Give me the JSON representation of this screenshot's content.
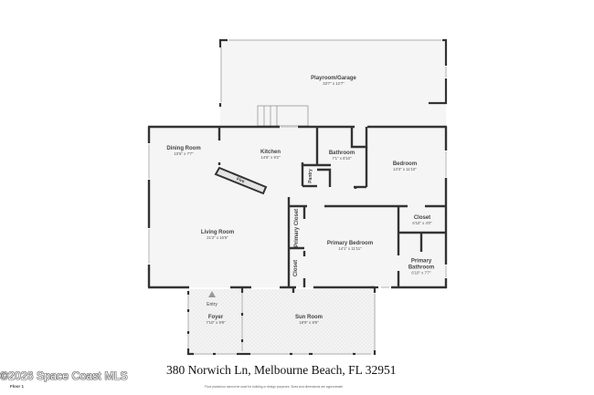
{
  "floor": {
    "label": "Floor 1",
    "address": "380 Norwich Ln, Melbourne Beach, FL 32951",
    "disclaimer": "Floor plans/tour cannot be used for building or design purposes. Sizes and dimensions are approximate.",
    "copyright": "©2026 Space Coast MLS"
  },
  "rooms": {
    "playroom": {
      "name": "Playroom/Garage",
      "dims": "33'7\" x 12'7\""
    },
    "dining": {
      "name": "Dining Room",
      "dims": "10'6\" x 7'7\""
    },
    "kitchen": {
      "name": "Kitchen",
      "dims": "14'6\" x 9'2\""
    },
    "bathroom": {
      "name": "Bathroom",
      "dims": "7'1\" x 8'10\""
    },
    "bedroom": {
      "name": "Bedroom",
      "dims": "13'3\" x 11'10\""
    },
    "pantry": {
      "name": "Pantry"
    },
    "living": {
      "name": "Living Room",
      "dims": "21'2\" x 16'5\""
    },
    "primary_closet": {
      "name": "Primary Closet"
    },
    "closet_small": {
      "name": "Closet"
    },
    "primary_bedroom": {
      "name": "Primary Bedroom",
      "dims": "14'1\" x 11'11\""
    },
    "closet": {
      "name": "Closet",
      "dims": "6'10\" x 4'0\""
    },
    "primary_bath": {
      "name": "Primary",
      "name2": "Bathroom",
      "dims": "6'10\" x 7'7\""
    },
    "foyer": {
      "name": "Foyer",
      "dims": "7'10\" x 9'9\""
    },
    "sunroom": {
      "name": "Sun Room",
      "dims": "19'9\" x 9'9\""
    }
  },
  "features": {
    "fire": "Fire",
    "entry": "Entry"
  },
  "colors": {
    "wall": "#333333",
    "floor": "#f5f5f5",
    "window": "#cfcfcf",
    "tile": "#efefef"
  }
}
